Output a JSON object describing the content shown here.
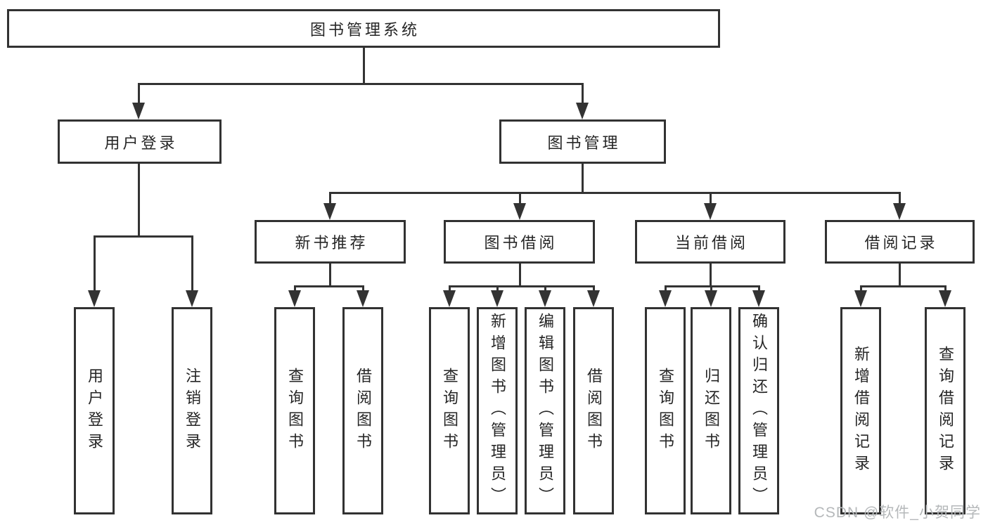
{
  "diagram": {
    "root": "图书管理系统",
    "level2": {
      "user_login": "用户登录",
      "book_mgmt": "图书管理"
    },
    "level3": {
      "new_book": "新书推荐",
      "book_borrow": "图书借阅",
      "current_borrow": "当前借阅",
      "borrow_record": "借阅记录"
    },
    "leaves": {
      "user_login": [
        "用户登录",
        "注销登录"
      ],
      "new_book": [
        "查询图书",
        "借阅图书"
      ],
      "book_borrow": [
        "查询图书",
        "新增图书（管理员）",
        "编辑图书（管理员）",
        "借阅图书"
      ],
      "current_borrow": [
        "查询图书",
        "归还图书",
        "确认归还（管理员）"
      ],
      "borrow_record": [
        "新增借阅记录",
        "查询借阅记录"
      ]
    }
  },
  "watermark": {
    "text": "CSDN @软件_小贺同学",
    "color": "#b5b8ba"
  },
  "colors": {
    "line": "#333333",
    "border": "#323232",
    "text": "#262626",
    "background": "#ffffff"
  }
}
